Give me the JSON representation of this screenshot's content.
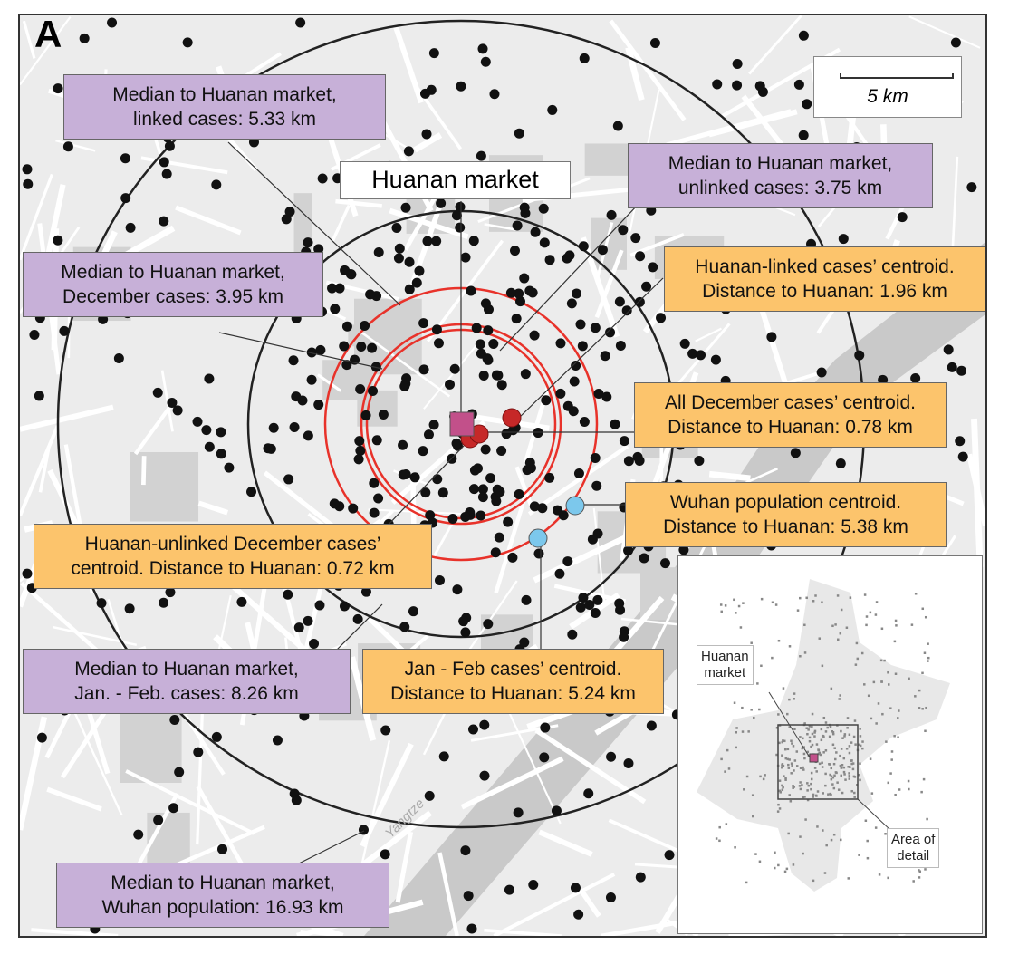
{
  "panel_letter": "A",
  "scale_bar": {
    "label": "5 km"
  },
  "river_label": "Yangtze",
  "market_label": "Huanan market",
  "colors": {
    "purple": "#c7b0d8",
    "orange": "#fcc46c",
    "red_ring": "#e8322a",
    "centroid_red": "#c62828",
    "centroid_blue": "#7cc8ec",
    "market": "#c2508a"
  },
  "labels": {
    "linked_median": [
      "Median to Huanan market,",
      "linked cases: 5.33 km"
    ],
    "unlinked_median": [
      "Median to Huanan market,",
      "unlinked cases: 3.75 km"
    ],
    "december_median": [
      "Median to Huanan market,",
      "December cases: 3.95 km"
    ],
    "linked_centroid": [
      "Huanan-linked cases’ centroid.",
      "Distance to Huanan: 1.96 km"
    ],
    "december_centroid": [
      "All December cases’ centroid.",
      "Distance to Huanan: 0.78 km"
    ],
    "population_centroid": [
      "Wuhan population centroid.",
      "Distance to Huanan: 5.38 km"
    ],
    "unlinked_dec_centroid": [
      "Huanan-unlinked December cases’",
      "centroid. Distance to Huanan: 0.72 km"
    ],
    "janfeb_median": [
      "Median to Huanan market,",
      "Jan. - Feb. cases: 8.26 km"
    ],
    "janfeb_centroid": [
      "Jan - Feb cases’ centroid.",
      "Distance to Huanan: 5.24 km"
    ],
    "population_median": [
      "Median to Huanan market,",
      "Wuhan population: 16.93 km"
    ]
  },
  "inset": {
    "market_label": [
      "Huanan",
      "market"
    ],
    "area_label": [
      "Area of",
      "detail"
    ]
  }
}
